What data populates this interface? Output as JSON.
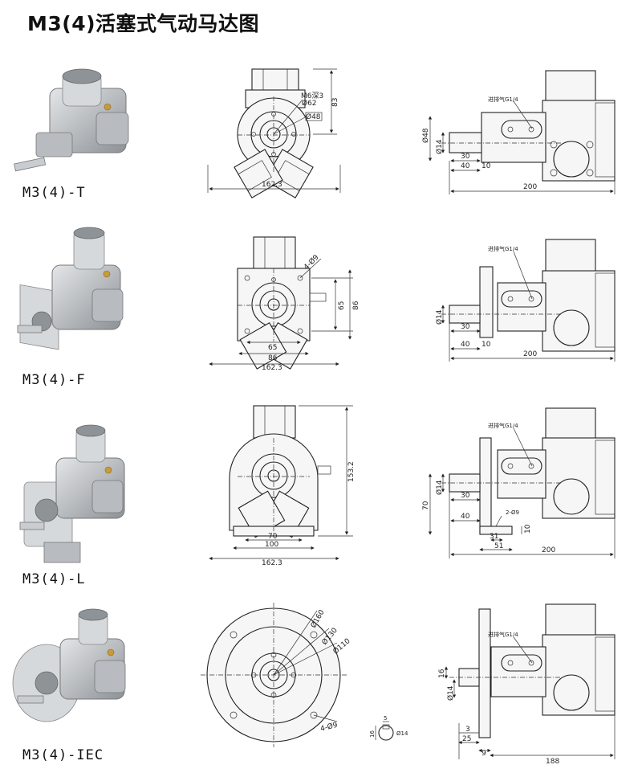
{
  "title": "M3(4)活塞式气动马达图",
  "models": [
    {
      "label": "M3(4)-T",
      "front": {
        "width": "162.3",
        "height": "83",
        "thread": "M6深3",
        "d_pcd": "Ø62",
        "d_boss": "Ø48"
      },
      "side": {
        "port": "进排气G1/4",
        "shaft_d": "Ø14",
        "boss_d": "Ø48",
        "d30": "30",
        "d40": "40",
        "d10": "10",
        "length": "200"
      }
    },
    {
      "label": "M3(4)-F",
      "front": {
        "holes": "4-Ø9",
        "pcd1": "65",
        "pcd2": "86",
        "b65": "65",
        "b86": "86",
        "width": "162.3"
      },
      "side": {
        "port": "进排气G1/4",
        "shaft_d": "Ø14",
        "d30": "30",
        "d40": "40",
        "d10": "10",
        "length": "200"
      }
    },
    {
      "label": "M3(4)-L",
      "front": {
        "height": "153.2",
        "b70": "70",
        "b100": "100",
        "width": "162.3"
      },
      "side": {
        "port": "进排气G1/4",
        "shaft_d": "Ø14",
        "h70": "70",
        "d30": "30",
        "d40": "40",
        "holes": "2-Ø9",
        "d31": "31",
        "d51": "51",
        "d10": "10",
        "length": "200"
      }
    },
    {
      "label": "M3(4)-IEC",
      "front": {
        "d160": "Ø160",
        "d130": "Ø130",
        "d110": "Ø110",
        "holes": "4-Ø9"
      },
      "key": {
        "w": "5",
        "h": "16",
        "d": "Ø14"
      },
      "side": {
        "port": "进排气G1/4",
        "d16": "16",
        "shaft_d": "Ø14",
        "d3": "3",
        "d25": "25",
        "d9": "9",
        "length": "188"
      }
    }
  ]
}
